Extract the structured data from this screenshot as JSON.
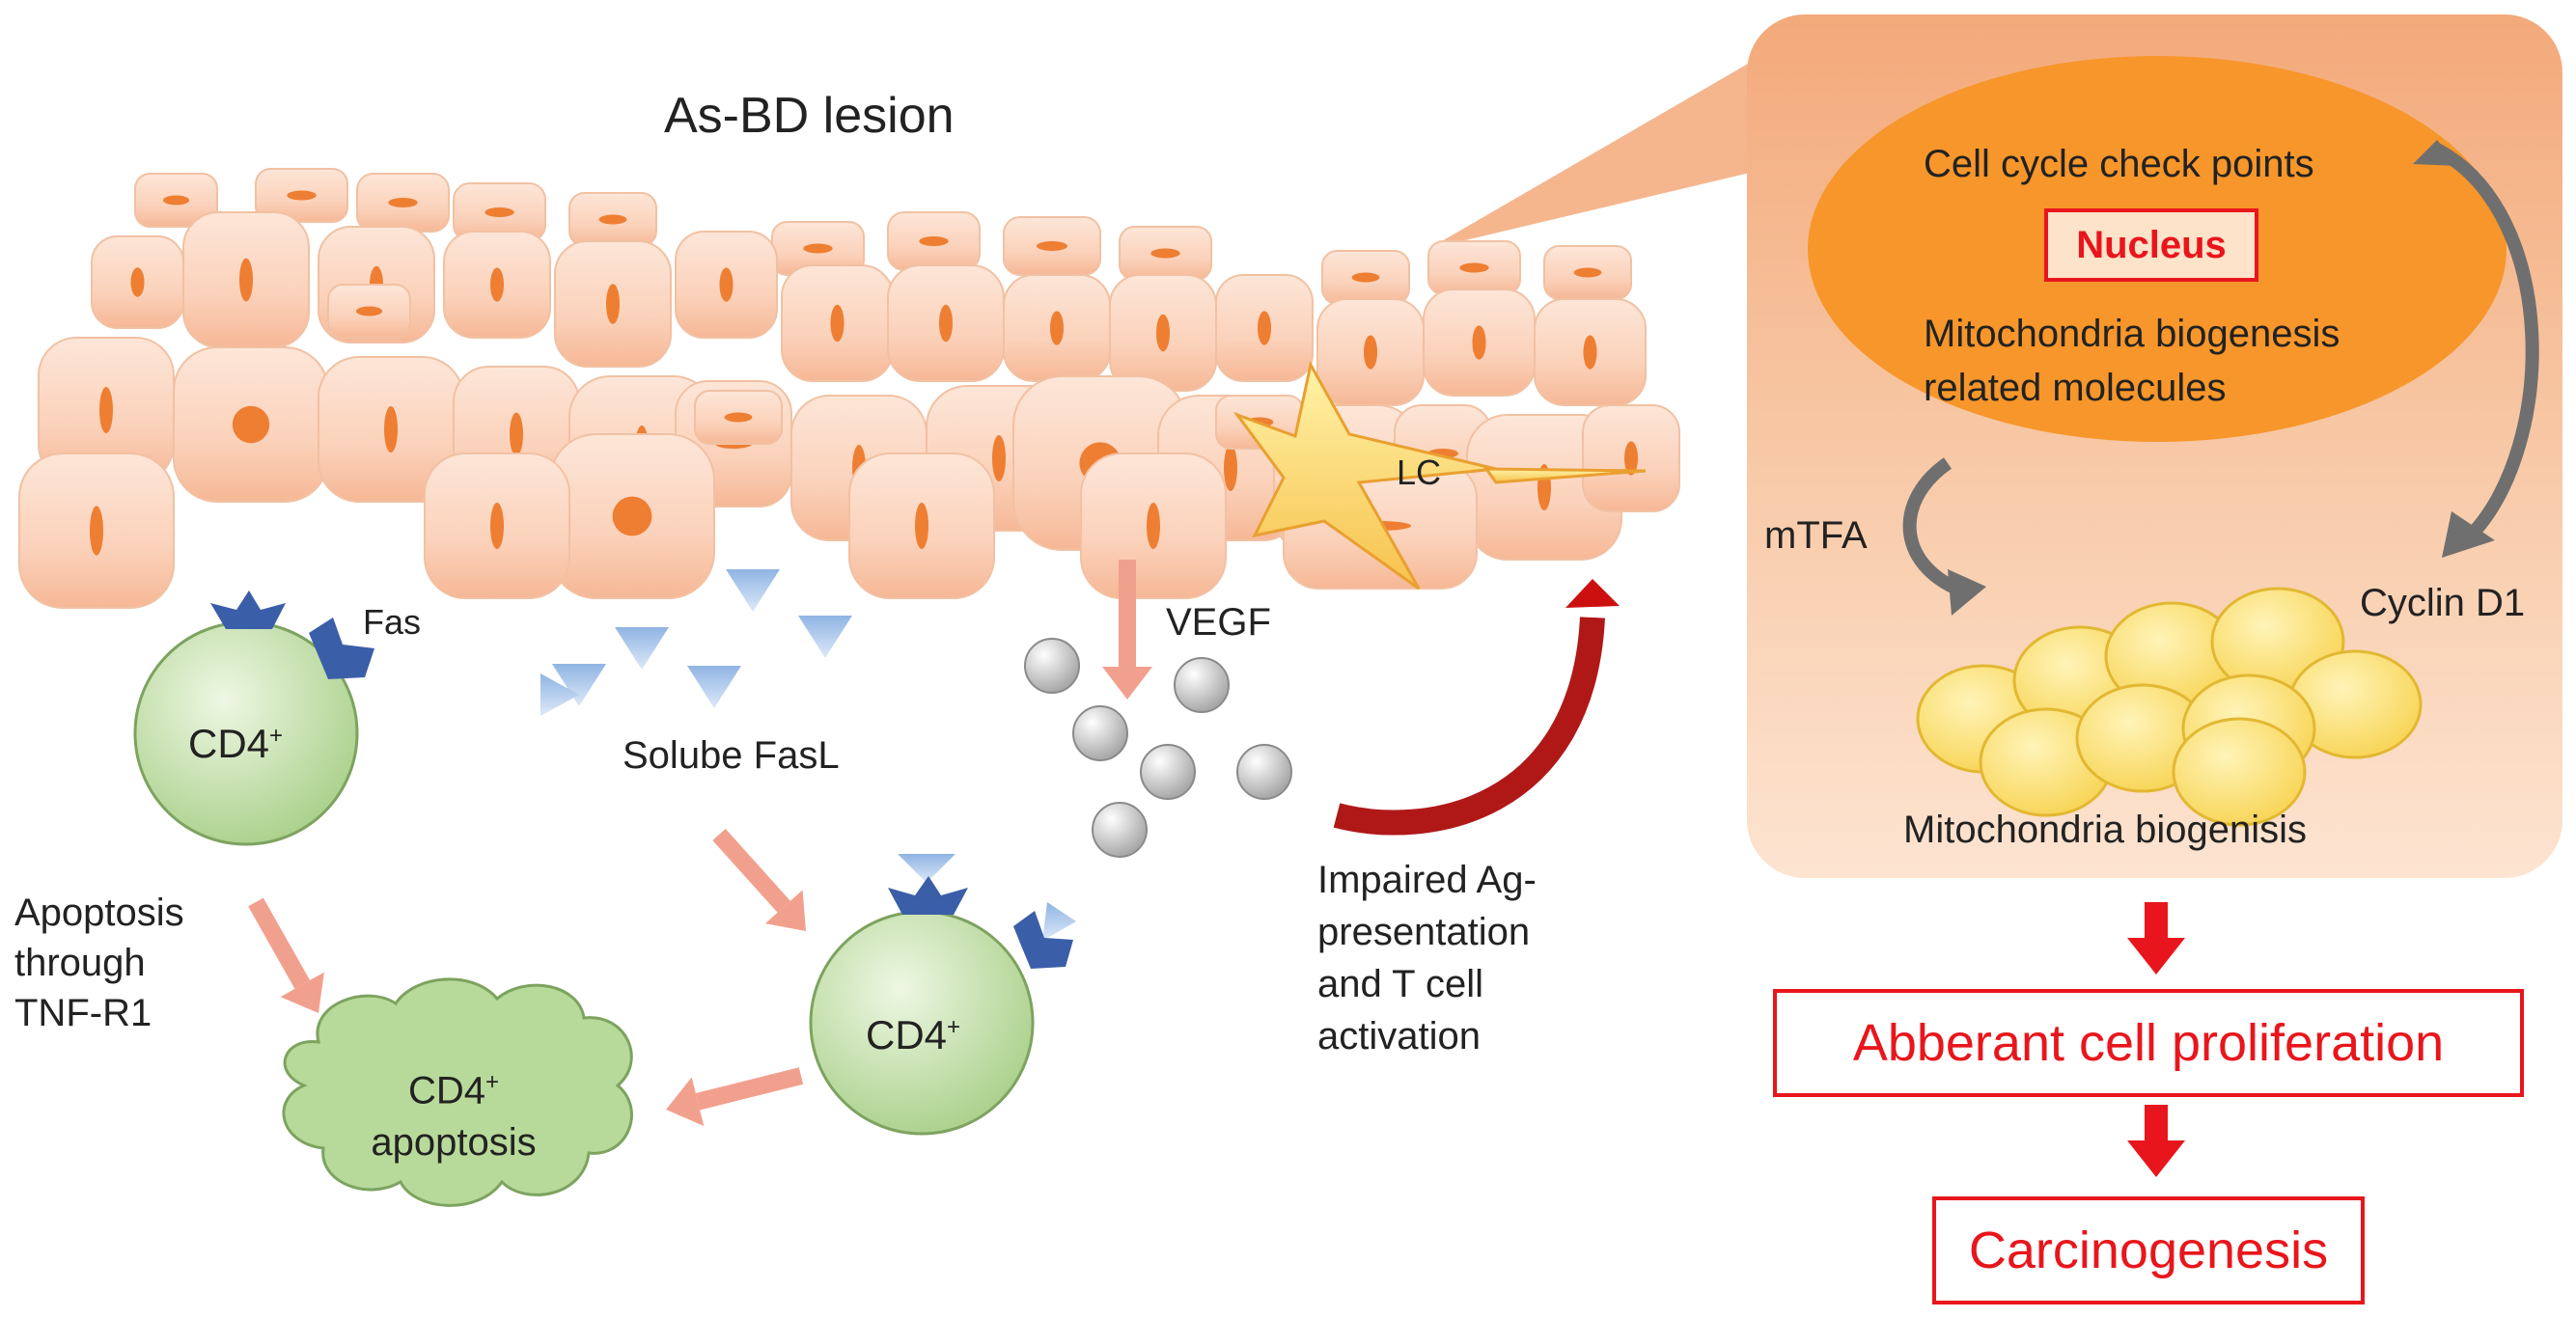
{
  "labels": {
    "lesion_title": "As-BD lesion",
    "lc": "LC",
    "vegf": "VEGF",
    "fas": "Fas",
    "cd4_top": "CD4",
    "cd4_mid": "CD4",
    "cd4_sup": "+",
    "soluble_fasl": "Solube FasL",
    "apoptosis_tnf_line1": "Apoptosis",
    "apoptosis_tnf_line2": "through",
    "apoptosis_tnf_line3": "TNF-R1",
    "cd4_apoptosis_line1": "CD4",
    "cd4_apoptosis_line2": "apoptosis",
    "impaired_line1": "Impaired Ag-",
    "impaired_line2": "presentation",
    "impaired_line3": "and T cell",
    "impaired_line4": "activation"
  },
  "inset": {
    "cell_cycle": "Cell cycle check points",
    "nucleus": "Nucleus",
    "mito_line1": "Mitochondria biogenesis",
    "mito_line2": "related molecules",
    "mtfa": "mTFA",
    "cyclin": "Cyclin D1",
    "mito_biogenesis": "Mitochondria biogenisis"
  },
  "outcomes": {
    "proliferation": "Abberant cell proliferation",
    "carcinogenesis": "Carcinogenesis"
  },
  "colors": {
    "cell_fill": "#fbd2bb",
    "nucleus": "#ee7e32",
    "inset_bg": "#f6b88f",
    "inset_nucleus": "#f7962a",
    "outcome_red": "#e8161c",
    "cd4_green": "#c3dfa9",
    "fas_blue": "#3a5ea8",
    "pink_arrow": "#f2a08e",
    "dark_red_arrow": "#b01818",
    "mito_yellow": "#fbe07a"
  }
}
